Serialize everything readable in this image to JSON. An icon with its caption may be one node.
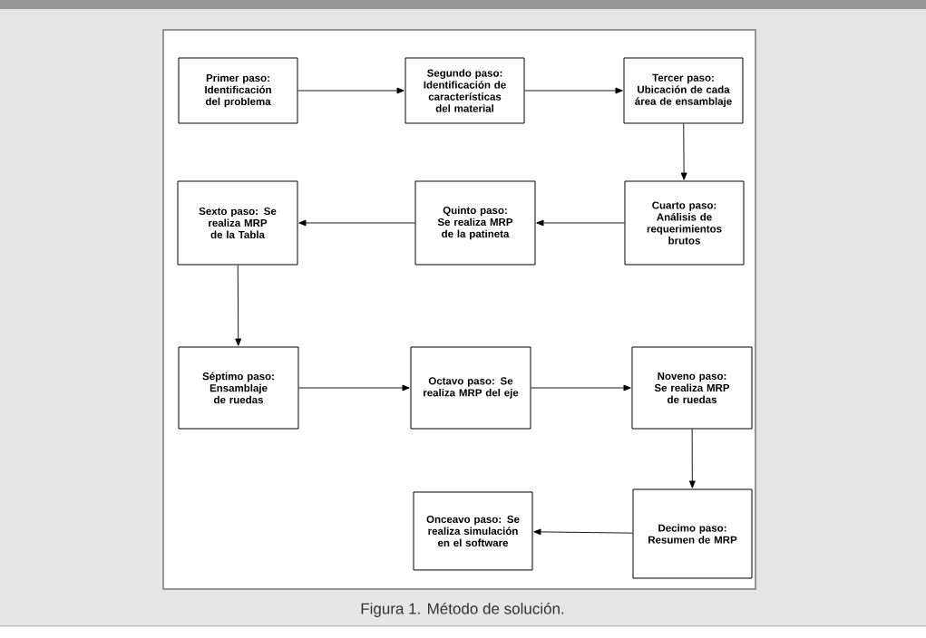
{
  "diagram": {
    "caption": "Figura 1. Método de solución.",
    "nodes": [
      {
        "text": [
          "Primer paso: Identificación del problema"
        ]
      },
      {
        "text": [
          "Segundo paso: Identificación de características del material"
        ]
      },
      {
        "text": [
          "Tercer paso: Ubicación de cada área de ensamblaje"
        ]
      },
      {
        "text": [
          "Cuarto paso: Análisis de requerimientos brutos"
        ]
      },
      {
        "text": [
          "Quinto paso: Se realiza MRP de la patineta"
        ]
      },
      {
        "text": [
          "Sexto paso: Se realiza MRP de la Tabla"
        ]
      },
      {
        "text": [
          "Séptimo paso: Ensamblaje de ruedas"
        ]
      },
      {
        "text": [
          "Octavo paso: Se realiza MRP del eje"
        ]
      },
      {
        "text": [
          "Noveno paso: Se realiza MRP de ruedas"
        ]
      },
      {
        "text": [
          "Decimo paso: Resumen de MRP"
        ]
      },
      {
        "text": [
          "Onceavo paso: Se realiza simulación en el software"
        ]
      }
    ],
    "edges": [
      {
        "from": 0,
        "to": 1,
        "arrow": "to"
      },
      {
        "from": 1,
        "to": 2,
        "arrow": "to"
      },
      {
        "from": 2,
        "to": 3,
        "arrow": "to"
      },
      {
        "from": 3,
        "to": 4,
        "arrow": "to"
      },
      {
        "from": 4,
        "to": 5,
        "arrow": "to"
      },
      {
        "from": 5,
        "to": 6,
        "arrow": "to"
      },
      {
        "from": 6,
        "to": 7,
        "arrow": "to"
      },
      {
        "from": 7,
        "to": 8,
        "arrow": "to"
      },
      {
        "from": 8,
        "to": 9,
        "arrow": "to"
      },
      {
        "from": 9,
        "to": 10,
        "arrow": "to"
      }
    ]
  }
}
